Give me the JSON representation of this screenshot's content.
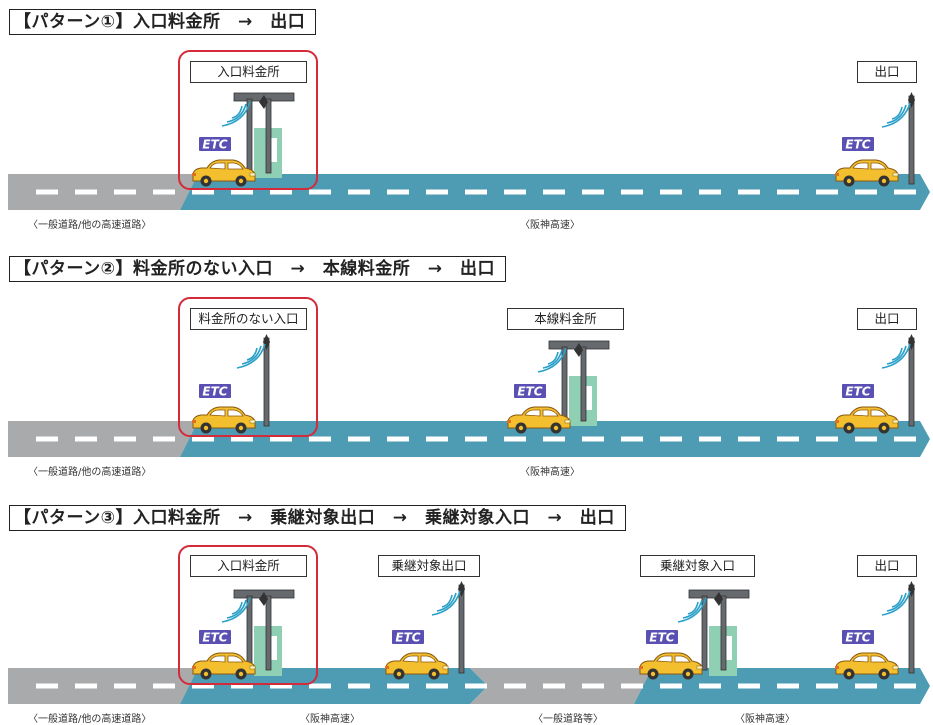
{
  "colors": {
    "road_general": "#a9aaab",
    "road_hanshin": "#4e9bb4",
    "lane_mark": "#ffffff",
    "highlight": "#d42a3a",
    "booth": "#8fd0b5",
    "gantry": "#666a6e",
    "car_body": "#f3bf2e",
    "etc_badge": "#5a4fb2"
  },
  "icons": {
    "car": "car-icon",
    "etc": "etc-badge-icon",
    "antenna": "antenna-icon",
    "signal": "signal-wave-icon",
    "booth": "toll-booth-icon"
  },
  "etc_text": "ETC",
  "patterns": [
    {
      "title": "【パターン①】入口料金所　→　出口",
      "labels": [
        "入口料金所",
        "出口"
      ],
      "captions": [
        "〈一般道路/他の高速道路〉",
        "〈阪神高速〉"
      ]
    },
    {
      "title": "【パターン②】料金所のない入口　→　本線料金所　→　出口",
      "labels": [
        "料金所のない入口",
        "本線料金所",
        "出口"
      ],
      "captions": [
        "〈一般道路/他の高速道路〉",
        "〈阪神高速〉"
      ]
    },
    {
      "title": "【パターン③】入口料金所　→　乗継対象出口　→　乗継対象入口　→　出口",
      "labels": [
        "入口料金所",
        "乗継対象出口",
        "乗継対象入口",
        "出口"
      ],
      "captions": [
        "〈一般道路/他の高速道路〉",
        "〈阪神高速〉",
        "〈一般道路等〉",
        "〈阪神高速〉"
      ]
    }
  ]
}
